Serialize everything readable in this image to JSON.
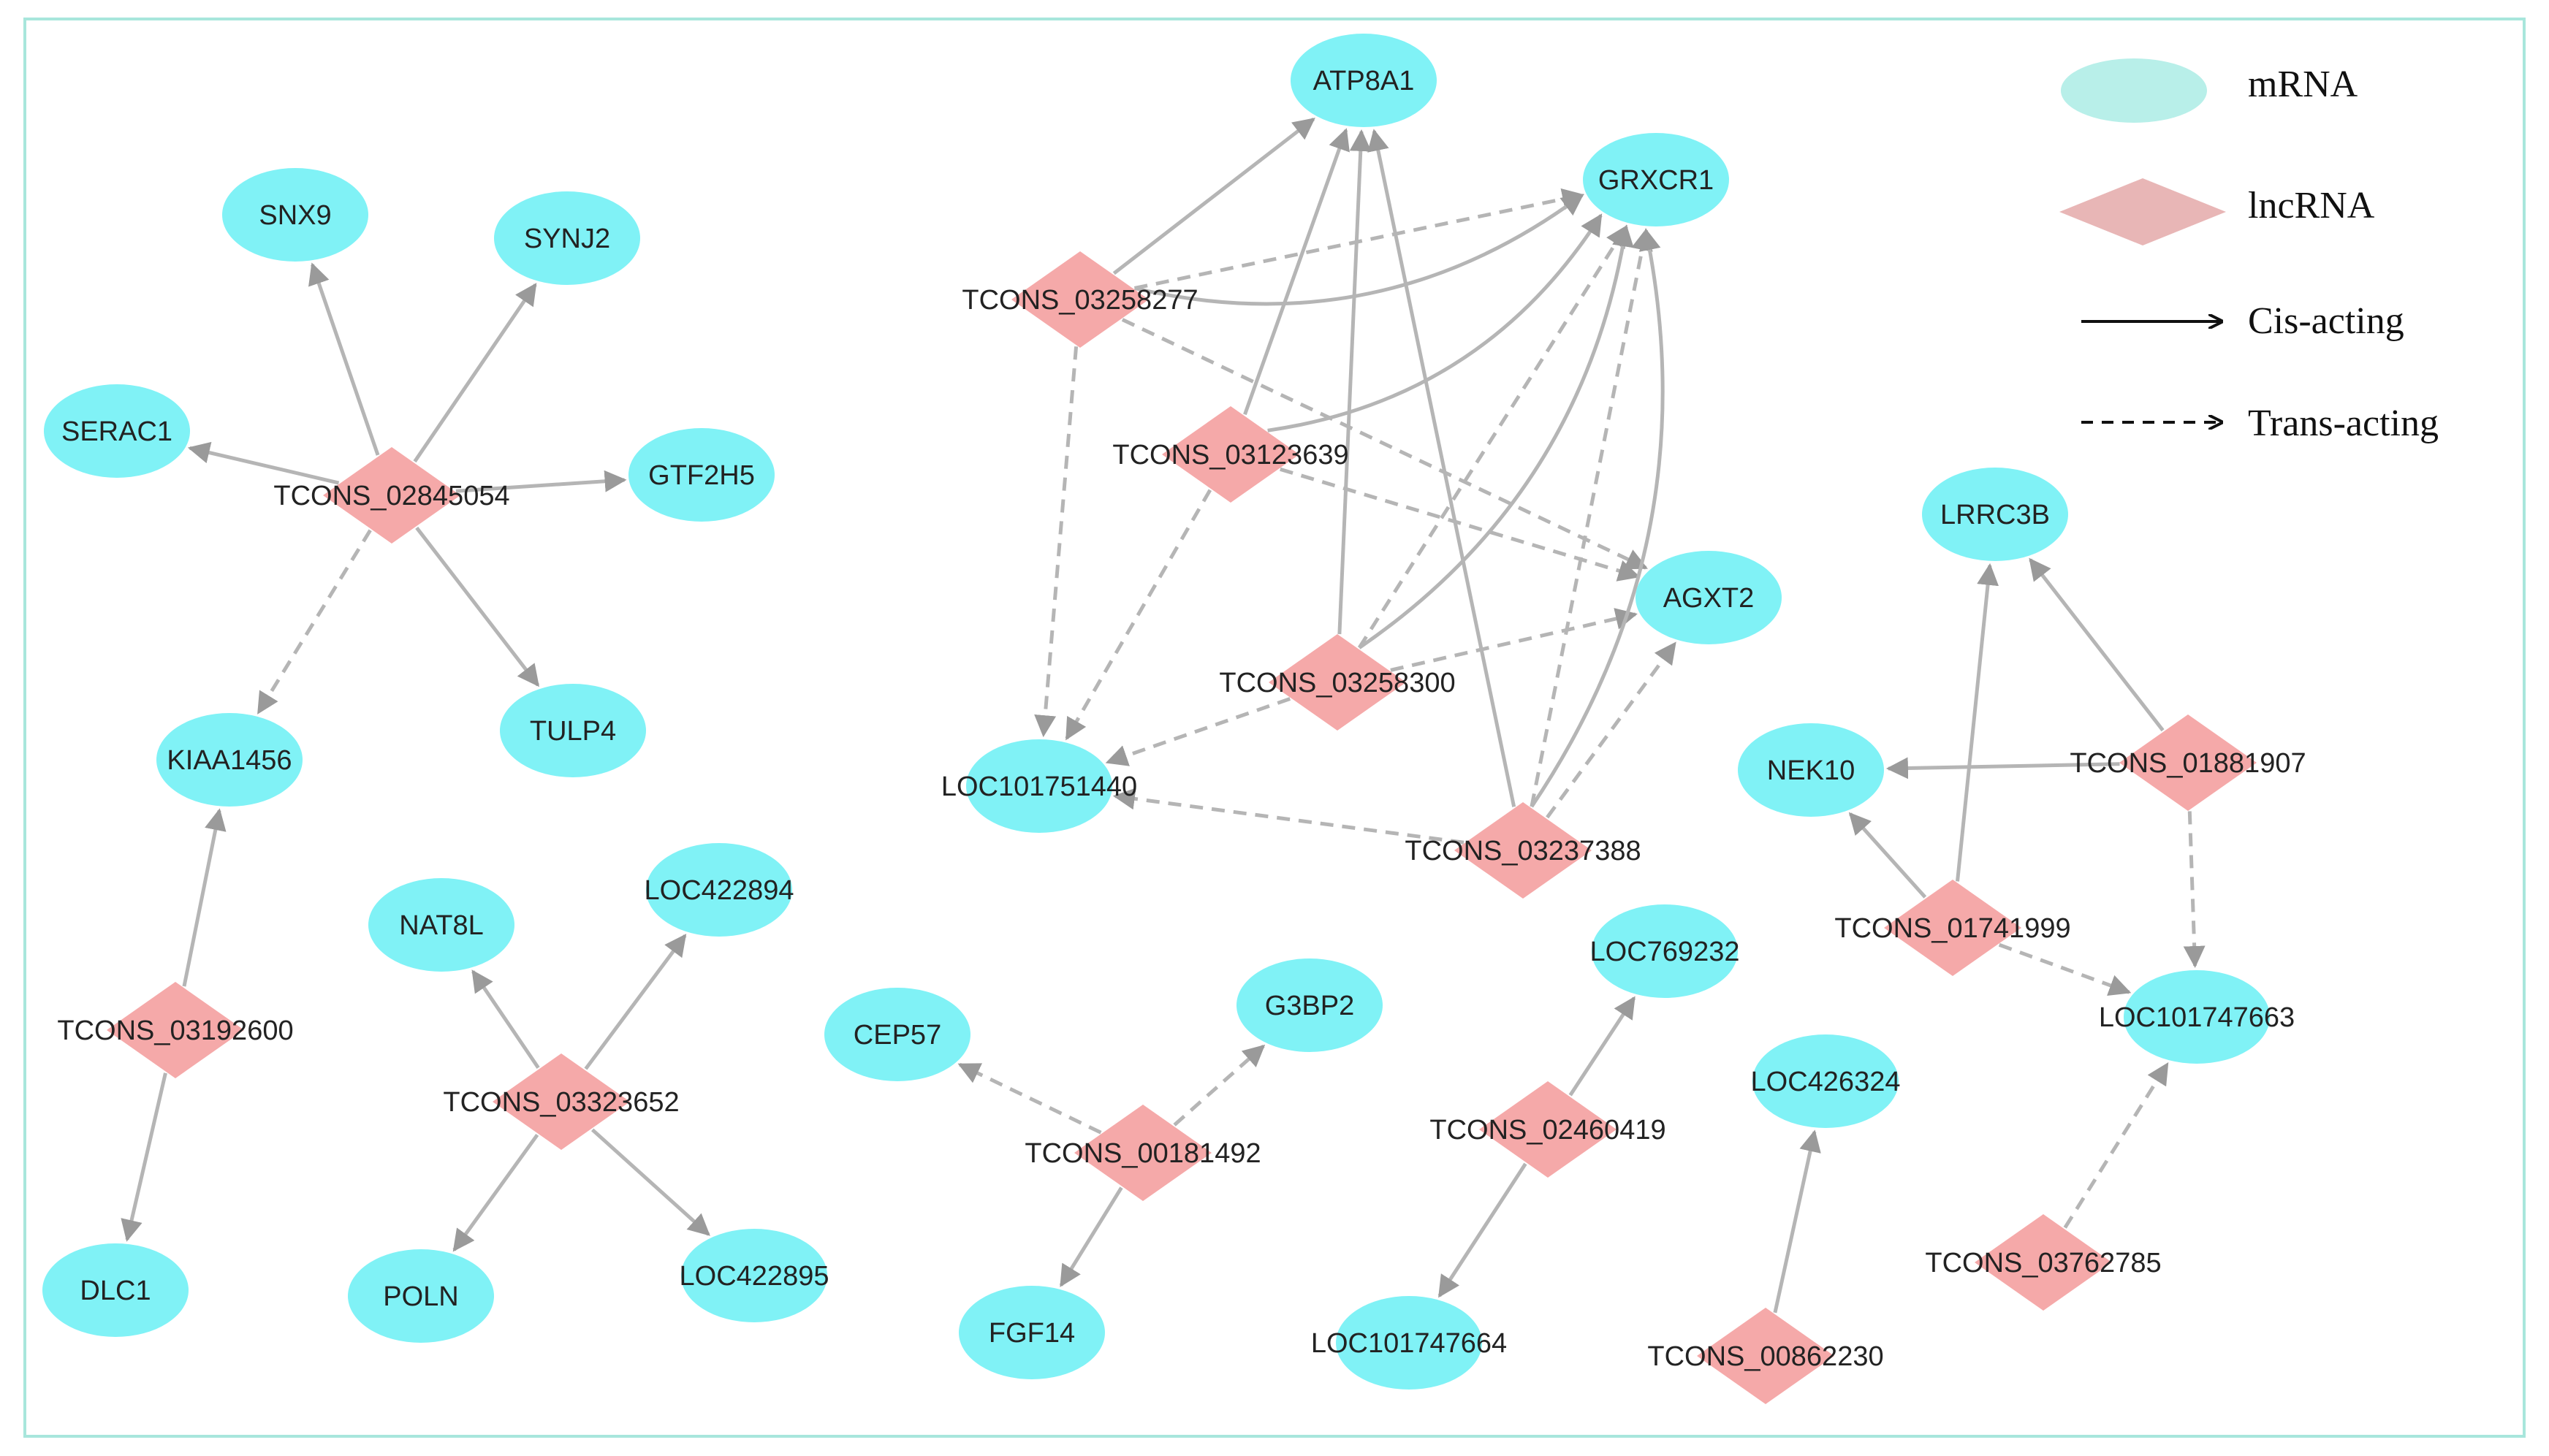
{
  "legend": {
    "mrna_label": "mRNA",
    "lncrna_label": "lncRNA",
    "cis_label": "Cis-acting",
    "trans_label": "Trans-acting"
  },
  "colors": {
    "mrna": "#80f2f6",
    "lncrna": "#f5a9a9",
    "legend_mrna": "#b8efe9",
    "legend_lncrna": "#e8b6b6",
    "edge": "#b5b5b5",
    "frame": "#a8e6dc"
  },
  "nodes": [
    {
      "id": "ATP8A1",
      "type": "mRNA",
      "label": "ATP8A1"
    },
    {
      "id": "GRXCR1",
      "type": "mRNA",
      "label": "GRXCR1"
    },
    {
      "id": "SNX9",
      "type": "mRNA",
      "label": "SNX9"
    },
    {
      "id": "SYNJ2",
      "type": "mRNA",
      "label": "SYNJ2"
    },
    {
      "id": "SERAC1",
      "type": "mRNA",
      "label": "SERAC1"
    },
    {
      "id": "GTF2H5",
      "type": "mRNA",
      "label": "GTF2H5"
    },
    {
      "id": "TULP4",
      "type": "mRNA",
      "label": "TULP4"
    },
    {
      "id": "KIAA1456",
      "type": "mRNA",
      "label": "KIAA1456"
    },
    {
      "id": "DLC1",
      "type": "mRNA",
      "label": "DLC1"
    },
    {
      "id": "NAT8L",
      "type": "mRNA",
      "label": "NAT8L"
    },
    {
      "id": "LOC422894",
      "type": "mRNA",
      "label": "LOC422894"
    },
    {
      "id": "POLN",
      "type": "mRNA",
      "label": "POLN"
    },
    {
      "id": "LOC422895",
      "type": "mRNA",
      "label": "LOC422895"
    },
    {
      "id": "CEP57",
      "type": "mRNA",
      "label": "CEP57"
    },
    {
      "id": "G3BP2",
      "type": "mRNA",
      "label": "G3BP2"
    },
    {
      "id": "FGF14",
      "type": "mRNA",
      "label": "FGF14"
    },
    {
      "id": "LOC101751440",
      "type": "mRNA",
      "label": "LOC101751440"
    },
    {
      "id": "AGXT2",
      "type": "mRNA",
      "label": "AGXT2"
    },
    {
      "id": "LOC769232",
      "type": "mRNA",
      "label": "LOC769232"
    },
    {
      "id": "LOC101747664",
      "type": "mRNA",
      "label": "LOC101747664"
    },
    {
      "id": "LOC426324",
      "type": "mRNA",
      "label": "LOC426324"
    },
    {
      "id": "LRRC3B",
      "type": "mRNA",
      "label": "LRRC3B"
    },
    {
      "id": "NEK10",
      "type": "mRNA",
      "label": "NEK10"
    },
    {
      "id": "LOC101747663",
      "type": "mRNA",
      "label": "LOC101747663"
    },
    {
      "id": "TCONS_03258277",
      "type": "lncRNA",
      "label": "TCONS_03258277"
    },
    {
      "id": "TCONS_03123639",
      "type": "lncRNA",
      "label": "TCONS_03123639"
    },
    {
      "id": "TCONS_03258300",
      "type": "lncRNA",
      "label": "TCONS_03258300"
    },
    {
      "id": "TCONS_03237388",
      "type": "lncRNA",
      "label": "TCONS_03237388"
    },
    {
      "id": "TCONS_02845054",
      "type": "lncRNA",
      "label": "TCONS_02845054"
    },
    {
      "id": "TCONS_03192600",
      "type": "lncRNA",
      "label": "TCONS_03192600"
    },
    {
      "id": "TCONS_03323652",
      "type": "lncRNA",
      "label": "TCONS_03323652"
    },
    {
      "id": "TCONS_00181492",
      "type": "lncRNA",
      "label": "TCONS_00181492"
    },
    {
      "id": "TCONS_02460419",
      "type": "lncRNA",
      "label": "TCONS_02460419"
    },
    {
      "id": "TCONS_00862230",
      "type": "lncRNA",
      "label": "TCONS_00862230"
    },
    {
      "id": "TCONS_01881907",
      "type": "lncRNA",
      "label": "TCONS_01881907"
    },
    {
      "id": "TCONS_01741999",
      "type": "lncRNA",
      "label": "TCONS_01741999"
    },
    {
      "id": "TCONS_03762785",
      "type": "lncRNA",
      "label": "TCONS_03762785"
    }
  ],
  "edges": [
    {
      "from": "TCONS_02845054",
      "to": "SNX9",
      "kind": "cis"
    },
    {
      "from": "TCONS_02845054",
      "to": "SYNJ2",
      "kind": "cis"
    },
    {
      "from": "TCONS_02845054",
      "to": "SERAC1",
      "kind": "cis"
    },
    {
      "from": "TCONS_02845054",
      "to": "GTF2H5",
      "kind": "cis"
    },
    {
      "from": "TCONS_02845054",
      "to": "TULP4",
      "kind": "cis"
    },
    {
      "from": "TCONS_02845054",
      "to": "KIAA1456",
      "kind": "trans"
    },
    {
      "from": "TCONS_03192600",
      "to": "KIAA1456",
      "kind": "cis"
    },
    {
      "from": "TCONS_03192600",
      "to": "DLC1",
      "kind": "cis"
    },
    {
      "from": "TCONS_03323652",
      "to": "NAT8L",
      "kind": "cis"
    },
    {
      "from": "TCONS_03323652",
      "to": "LOC422894",
      "kind": "cis"
    },
    {
      "from": "TCONS_03323652",
      "to": "POLN",
      "kind": "cis"
    },
    {
      "from": "TCONS_03323652",
      "to": "LOC422895",
      "kind": "cis"
    },
    {
      "from": "TCONS_00181492",
      "to": "CEP57",
      "kind": "trans"
    },
    {
      "from": "TCONS_00181492",
      "to": "G3BP2",
      "kind": "trans"
    },
    {
      "from": "TCONS_00181492",
      "to": "FGF14",
      "kind": "cis"
    },
    {
      "from": "TCONS_03258277",
      "to": "ATP8A1",
      "kind": "cis"
    },
    {
      "from": "TCONS_03258277",
      "to": "GRXCR1",
      "kind": "trans"
    },
    {
      "from": "TCONS_03258277",
      "to": "GRXCR1",
      "kind": "cis",
      "curve": 1
    },
    {
      "from": "TCONS_03258277",
      "to": "AGXT2",
      "kind": "trans"
    },
    {
      "from": "TCONS_03258277",
      "to": "LOC101751440",
      "kind": "trans"
    },
    {
      "from": "TCONS_03123639",
      "to": "ATP8A1",
      "kind": "cis"
    },
    {
      "from": "TCONS_03123639",
      "to": "GRXCR1",
      "kind": "cis",
      "curve": 1
    },
    {
      "from": "TCONS_03123639",
      "to": "AGXT2",
      "kind": "trans"
    },
    {
      "from": "TCONS_03123639",
      "to": "LOC101751440",
      "kind": "trans"
    },
    {
      "from": "TCONS_03258300",
      "to": "ATP8A1",
      "kind": "cis"
    },
    {
      "from": "TCONS_03258300",
      "to": "GRXCR1",
      "kind": "trans"
    },
    {
      "from": "TCONS_03258300",
      "to": "GRXCR1",
      "kind": "cis",
      "curve": 1
    },
    {
      "from": "TCONS_03258300",
      "to": "AGXT2",
      "kind": "trans"
    },
    {
      "from": "TCONS_03258300",
      "to": "LOC101751440",
      "kind": "trans"
    },
    {
      "from": "TCONS_03237388",
      "to": "ATP8A1",
      "kind": "cis"
    },
    {
      "from": "TCONS_03237388",
      "to": "GRXCR1",
      "kind": "trans"
    },
    {
      "from": "TCONS_03237388",
      "to": "GRXCR1",
      "kind": "cis",
      "curve": 1
    },
    {
      "from": "TCONS_03237388",
      "to": "AGXT2",
      "kind": "trans"
    },
    {
      "from": "TCONS_03237388",
      "to": "LOC101751440",
      "kind": "trans"
    },
    {
      "from": "TCONS_02460419",
      "to": "LOC769232",
      "kind": "cis"
    },
    {
      "from": "TCONS_02460419",
      "to": "LOC101747664",
      "kind": "cis"
    },
    {
      "from": "TCONS_00862230",
      "to": "LOC426324",
      "kind": "cis"
    },
    {
      "from": "TCONS_01881907",
      "to": "LRRC3B",
      "kind": "cis"
    },
    {
      "from": "TCONS_01881907",
      "to": "NEK10",
      "kind": "cis"
    },
    {
      "from": "TCONS_01881907",
      "to": "LOC101747663",
      "kind": "trans"
    },
    {
      "from": "TCONS_01741999",
      "to": "LRRC3B",
      "kind": "cis"
    },
    {
      "from": "TCONS_01741999",
      "to": "NEK10",
      "kind": "cis"
    },
    {
      "from": "TCONS_01741999",
      "to": "LOC101747663",
      "kind": "trans"
    },
    {
      "from": "TCONS_03762785",
      "to": "LOC101747663",
      "kind": "trans"
    }
  ]
}
